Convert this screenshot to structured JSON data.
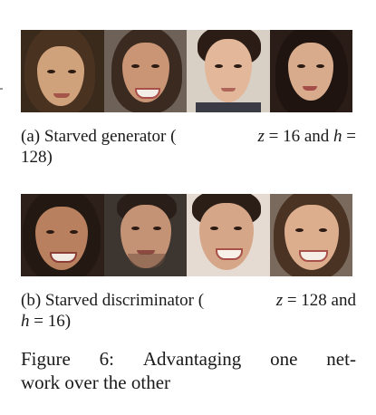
{
  "top_row": {
    "images": [
      {
        "label": "generated-face-1"
      },
      {
        "label": "generated-face-2"
      },
      {
        "label": "generated-face-3"
      },
      {
        "label": "generated-face-4"
      }
    ]
  },
  "caption_a": {
    "prefix": "(a) Starved generator (",
    "z_var": "z",
    "z_eq": " = 16 and ",
    "h_var": "h",
    "h_eq": " =",
    "line2": "128)"
  },
  "bottom_row": {
    "images": [
      {
        "label": "generated-face-5"
      },
      {
        "label": "generated-face-6"
      },
      {
        "label": "generated-face-7"
      },
      {
        "label": "generated-face-8"
      }
    ]
  },
  "caption_b": {
    "prefix": "(b) Starved discriminator (",
    "z_var": "z",
    "z_eq": " = 128 and",
    "h_var": "h",
    "h_eq": " = 16)"
  },
  "figure_caption": {
    "w1": "Figure",
    "w2": "6:",
    "w3": "Advantaging",
    "w4": "one",
    "w5": "net-",
    "line2": "work over the other"
  }
}
